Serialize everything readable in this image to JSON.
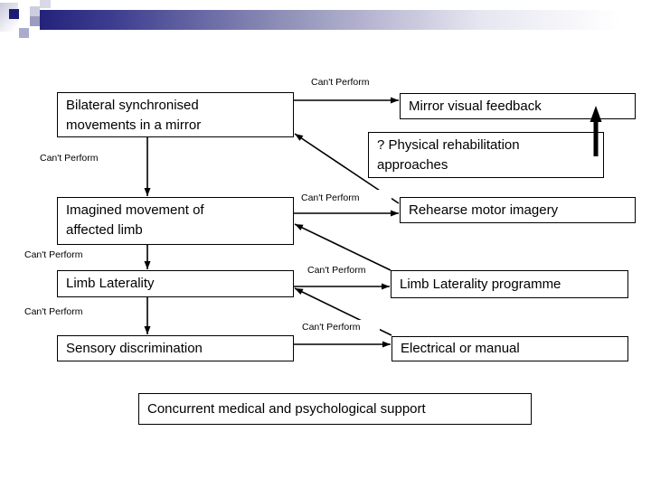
{
  "labels": {
    "cant_perform": "Can't Perform"
  },
  "boxes": {
    "bilateral": {
      "line1": "Bilateral synchronised",
      "line2": "movements in a mirror"
    },
    "mirror": {
      "text": "Mirror visual feedback"
    },
    "physical": {
      "line1": "? Physical rehabilitation",
      "line2": "approaches"
    },
    "imagined": {
      "line1": "Imagined movement of",
      "line2": "affected limb"
    },
    "rehearse": {
      "text": "Rehearse motor imagery"
    },
    "laterality": {
      "text": "Limb Laterality"
    },
    "programme": {
      "text": "Limb Laterality programme"
    },
    "sensory": {
      "text": "Sensory discrimination"
    },
    "electrical": {
      "text": "Electrical or manual"
    },
    "support": {
      "text": "Concurrent medical and psychological support"
    }
  },
  "decoration": {
    "accent_navy": "#1c1c74",
    "bar_gradient_start": "#23237c",
    "bar_gradient_mid": "#9090b8",
    "bar_gradient_end": "#ffffff"
  }
}
